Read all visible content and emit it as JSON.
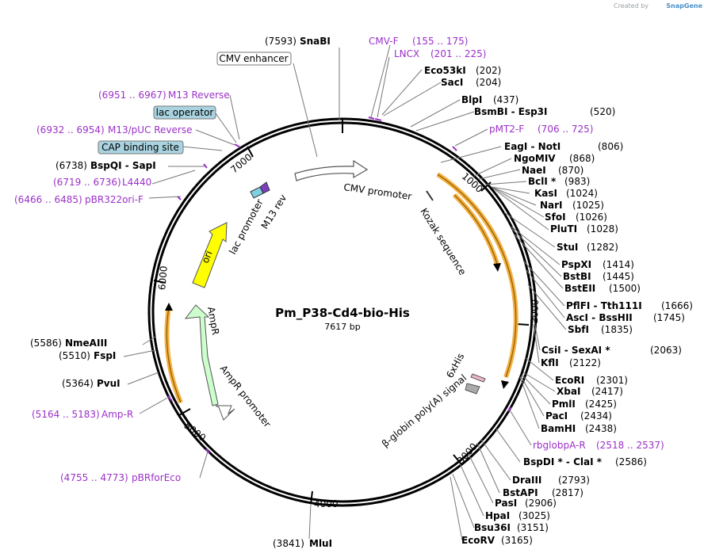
{
  "credit": {
    "prefix": "Created by",
    "brand": "SnapGene"
  },
  "plasmid": {
    "name": "Pm_P38-Cd4-bio-His",
    "length": "7617 bp"
  },
  "ticks": [
    "1000",
    "2000",
    "3000",
    "4000",
    "5000",
    "6000",
    "7000"
  ],
  "features": {
    "cmv_promoter": "CMV promoter",
    "kozak": "Kozak sequence",
    "sixhis": "6xHis",
    "bglobin": "β-globin poly(A) signal",
    "ampr": "AmpR",
    "ampr_promoter": "AmpR promoter",
    "ori": "ori",
    "lac_promoter": "lac promoter",
    "m13rev": "M13 rev"
  },
  "boxed": [
    {
      "text": "CMV enhancer",
      "style": "white"
    },
    {
      "text": "lac operator",
      "style": "blue"
    },
    {
      "text": "CAP binding site",
      "style": "blue"
    }
  ],
  "labels": [
    {
      "pos": "(7593)",
      "name": "SnaBI"
    },
    {
      "name": "CMV-F",
      "pos": "(155 .. 175)"
    },
    {
      "name": "LNCX",
      "pos": "(201 .. 225)"
    },
    {
      "name": "Eco53kI",
      "pos": "(202)"
    },
    {
      "name": "SacI",
      "pos": "(204)"
    },
    {
      "name": "BlpI",
      "pos": "(437)"
    },
    {
      "name": "BsmBI - Esp3I",
      "pos": "(520)"
    },
    {
      "name": "pMT2-F",
      "pos": "(706 .. 725)"
    },
    {
      "name": "EagI - NotI",
      "pos": "(806)"
    },
    {
      "name": "NgoMIV",
      "pos": "(868)"
    },
    {
      "name": "NaeI",
      "pos": "(870)"
    },
    {
      "name": "BclI *",
      "pos": "(983)"
    },
    {
      "name": "KasI",
      "pos": "(1024)"
    },
    {
      "name": "NarI",
      "pos": "(1025)"
    },
    {
      "name": "SfoI",
      "pos": "(1026)"
    },
    {
      "name": "PluTI",
      "pos": "(1028)"
    },
    {
      "name": "StuI",
      "pos": "(1282)"
    },
    {
      "name": "PspXI",
      "pos": "(1414)"
    },
    {
      "name": "BstBI",
      "pos": "(1445)"
    },
    {
      "name": "BstEII",
      "pos": "(1500)"
    },
    {
      "name": "PflFI - Tth111I",
      "pos": "(1666)"
    },
    {
      "name": "AscI - BssHII",
      "pos": "(1745)"
    },
    {
      "name": "SbfI",
      "pos": "(1835)"
    },
    {
      "name": "CsiI - SexAI *",
      "pos": "(2063)"
    },
    {
      "name": "KflI",
      "pos": "(2122)"
    },
    {
      "name": "EcoRI",
      "pos": "(2301)"
    },
    {
      "name": "XbaI",
      "pos": "(2417)"
    },
    {
      "name": "PmlI",
      "pos": "(2425)"
    },
    {
      "name": "PacI",
      "pos": "(2434)"
    },
    {
      "name": "BamHI",
      "pos": "(2438)"
    },
    {
      "name": "rbglobpA-R",
      "pos": "(2518 .. 2537)"
    },
    {
      "name": "BspDI * - ClaI *",
      "pos": "(2586)"
    },
    {
      "name": "DraIII",
      "pos": "(2793)"
    },
    {
      "name": "BstAPI",
      "pos": "(2817)"
    },
    {
      "name": "PasI",
      "pos": "(2906)"
    },
    {
      "name": "HpaI",
      "pos": "(3025)"
    },
    {
      "name": "Bsu36I",
      "pos": "(3151)"
    },
    {
      "name": "EcoRV",
      "pos": "(3165)"
    },
    {
      "pos": "(3841)",
      "name": "MluI"
    },
    {
      "pos": "(4755 .. 4773)",
      "name": "pBRforEco"
    },
    {
      "pos": "(5164 .. 5183)",
      "name": "Amp-R"
    },
    {
      "pos": "(5364)",
      "name": "PvuI"
    },
    {
      "pos": "(5510)",
      "name": "FspI"
    },
    {
      "pos": "(5586)",
      "name": "NmeAIII"
    },
    {
      "pos": "(6466 .. 6485)",
      "name": "pBR322ori-F"
    },
    {
      "pos": "(6719 .. 6736)",
      "name": "L4440"
    },
    {
      "pos": "(6738)",
      "name": "BspQI - SapI"
    },
    {
      "pos": "(6932 .. 6954)",
      "name": "M13/pUC Reverse"
    },
    {
      "pos": "(6951 .. 6967)",
      "name": "M13 Reverse"
    }
  ],
  "colors": {
    "primer": "#9b30c8",
    "ori": "#ffff00",
    "ampr": "#ccffcc",
    "orange": "#f5b041",
    "blue_box": "#a9d3e0"
  }
}
